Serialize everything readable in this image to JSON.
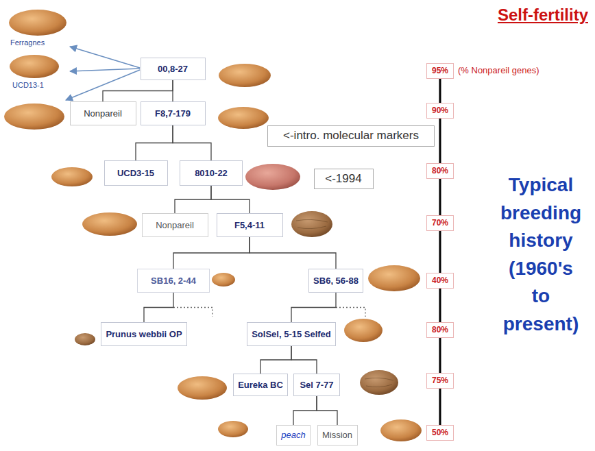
{
  "diagram": {
    "title": "Self-fertility",
    "nodes": [
      {
        "text": [
          "00,8-27"
        ]
      },
      {
        "text": [
          "95%"
        ]
      },
      {
        "text": [
          "Nonpareil"
        ]
      },
      {
        "text": [
          "F8,7-179"
        ]
      },
      {
        "text": [
          "<-intro. molecular markers"
        ]
      },
      {
        "text": [
          "90%"
        ]
      },
      {
        "text": [
          "UCD3-15"
        ]
      },
      {
        "text": [
          "8010-22"
        ]
      },
      {
        "text": [
          "<-1994"
        ]
      },
      {
        "text": [
          "80%"
        ]
      },
      {
        "text": [
          "Nonpareil"
        ]
      },
      {
        "text": [
          "F5,4-11"
        ]
      },
      {
        "text": [
          "70%"
        ]
      },
      {
        "text": [
          "SB16, 2-44"
        ]
      },
      {
        "text": [
          "SB6, 56-88"
        ]
      },
      {
        "text": [
          "40%"
        ]
      },
      {
        "text": [
          "Prunus webbii OP"
        ]
      },
      {
        "text": [
          "SolSel, 5-15 Selfed"
        ]
      },
      {
        "text": [
          "80%"
        ]
      },
      {
        "text": [
          "Eureka BC"
        ]
      },
      {
        "text": [
          "Sel 7-77"
        ]
      },
      {
        "text": [
          "75%"
        ]
      },
      {
        "text": [
          "peach"
        ]
      },
      {
        "text": [
          "Mission"
        ]
      },
      {
        "text": [
          "50%"
        ]
      }
    ],
    "edges": [
      {
        "from": 0,
        "to": 2,
        "arrow": "none"
      },
      {
        "from": 0,
        "to": 3,
        "arrow": "none"
      },
      {
        "from": 3,
        "to": 6,
        "arrow": "none"
      },
      {
        "from": 3,
        "to": 7,
        "arrow": "none"
      },
      {
        "from": 7,
        "to": 10,
        "arrow": "none"
      },
      {
        "from": 7,
        "to": 11,
        "arrow": "none"
      },
      {
        "from": 11,
        "to": 13,
        "arrow": "none"
      },
      {
        "from": 11,
        "to": 14,
        "arrow": "none"
      },
      {
        "from": 13,
        "to": 16,
        "arrow": "none"
      },
      {
        "from": 14,
        "to": 17,
        "arrow": "none"
      },
      {
        "from": 17,
        "to": 19,
        "arrow": "none"
      },
      {
        "from": 17,
        "to": 20,
        "arrow": "none"
      },
      {
        "from": 20,
        "to": 22,
        "arrow": "none"
      },
      {
        "from": 20,
        "to": 23,
        "arrow": "none"
      },
      {
        "from": 1,
        "to": 5,
        "arrow": "none"
      },
      {
        "from": 5,
        "to": 9,
        "arrow": "none"
      },
      {
        "from": 9,
        "to": 12,
        "arrow": "none"
      },
      {
        "from": 12,
        "to": 15,
        "arrow": "none"
      },
      {
        "from": 15,
        "to": 18,
        "arrow": "none"
      },
      {
        "from": 18,
        "to": 21,
        "arrow": "none"
      },
      {
        "from": 21,
        "to": 24,
        "arrow": "none"
      }
    ],
    "labels": [
      "Ferragnes",
      "UCD13-1",
      "(% Nonpareil genes)",
      "Typical breeding history (1960's to present)"
    ]
  }
}
